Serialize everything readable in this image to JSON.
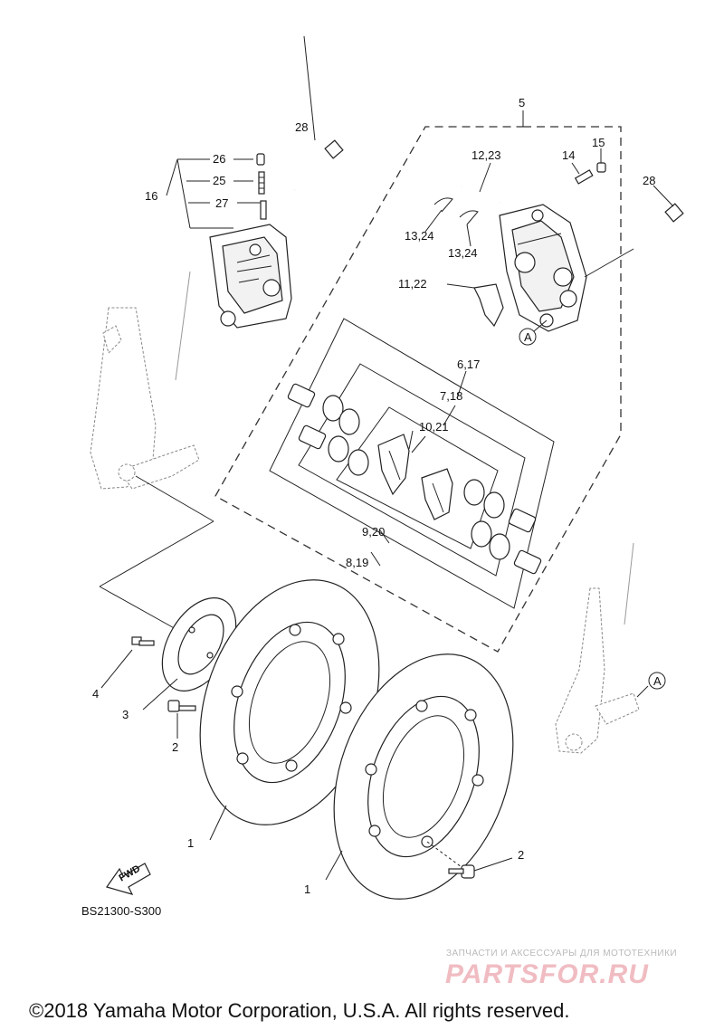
{
  "callouts": {
    "c5": "5",
    "c28a": "28",
    "c28b": "28",
    "c26": "26",
    "c25": "25",
    "c27": "27",
    "c16": "16",
    "c12_23": "12,23",
    "c14": "14",
    "c15": "15",
    "c13_24a": "13,24",
    "c13_24b": "13,24",
    "c11_22": "11,22",
    "cA1": "A",
    "cA2": "A",
    "c6_17": "6,17",
    "c7_18": "7,18",
    "c10_21": "10,21",
    "c9_20": "9,20",
    "c8_19": "8,19",
    "c4": "4",
    "c3": "3",
    "c2a": "2",
    "c2b": "2",
    "c1a": "1",
    "c1b": "1"
  },
  "fwd_label": "FWD",
  "diagram_code": "BS21300-S300",
  "watermark": {
    "subtitle": "ЗАПЧАСТИ И АКСЕССУАРЫ ДЛЯ МОТОТЕХНИКИ",
    "brand": "PARTSFOR.RU"
  },
  "copyright": "©2018 Yamaha Motor Corporation, U.S.A. All rights reserved."
}
